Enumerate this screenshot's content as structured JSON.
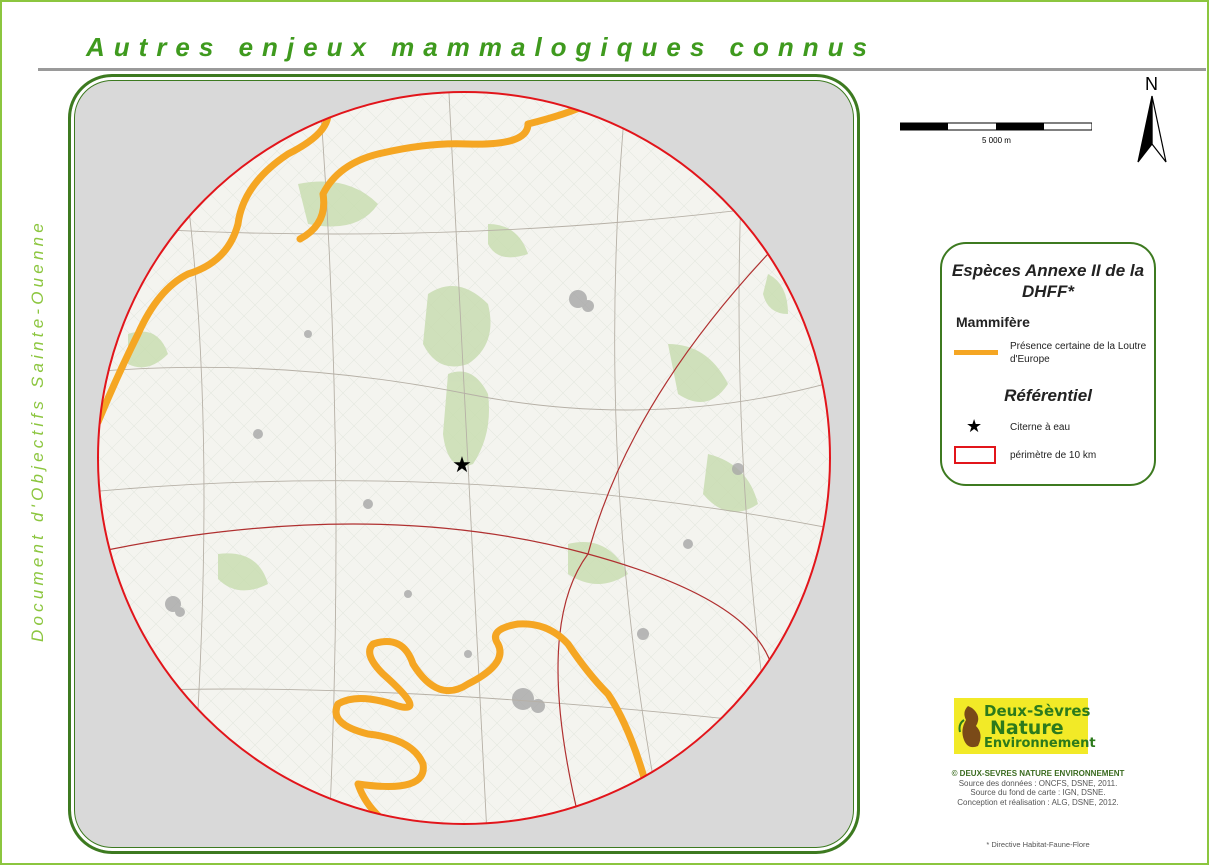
{
  "header": {
    "title": "Autres enjeux mammalogiques connus"
  },
  "sidebar": {
    "vertical_text": "Document d'Objectifs Sainte-Ouenne"
  },
  "scale": {
    "label": "5 000   m"
  },
  "north": {
    "label": "N"
  },
  "legend": {
    "title": "Espèces Annexe II de la DHFF*",
    "subtitle": "Mammifère",
    "otter_label": "Présence certaine de la Loutre d'Europe",
    "ref_title": "Référentiel",
    "star_symbol": "★",
    "star_label": "Citerne à eau",
    "perimeter_label": "périmètre de 10 km"
  },
  "logo": {
    "line1": "Deux-Sèvres",
    "line2": "Nature",
    "line3": "Environnement"
  },
  "credits": {
    "head": "© DEUX-SEVRES NATURE ENVIRONNEMENT",
    "line1": "Source des données : ONCFS, DSNE, 2011.",
    "line2": "Source du fond de carte : IGN, DSNE.",
    "line3": "Conception et réalisation : ALG, DSNE, 2012."
  },
  "footnote": "* Directive Habitat-Faune-Flore",
  "colors": {
    "otter": "#f5a623",
    "perimeter": "#e2151b",
    "frame": "#3d7a20",
    "title": "#3f9a1e",
    "accent": "#8cc63f"
  }
}
